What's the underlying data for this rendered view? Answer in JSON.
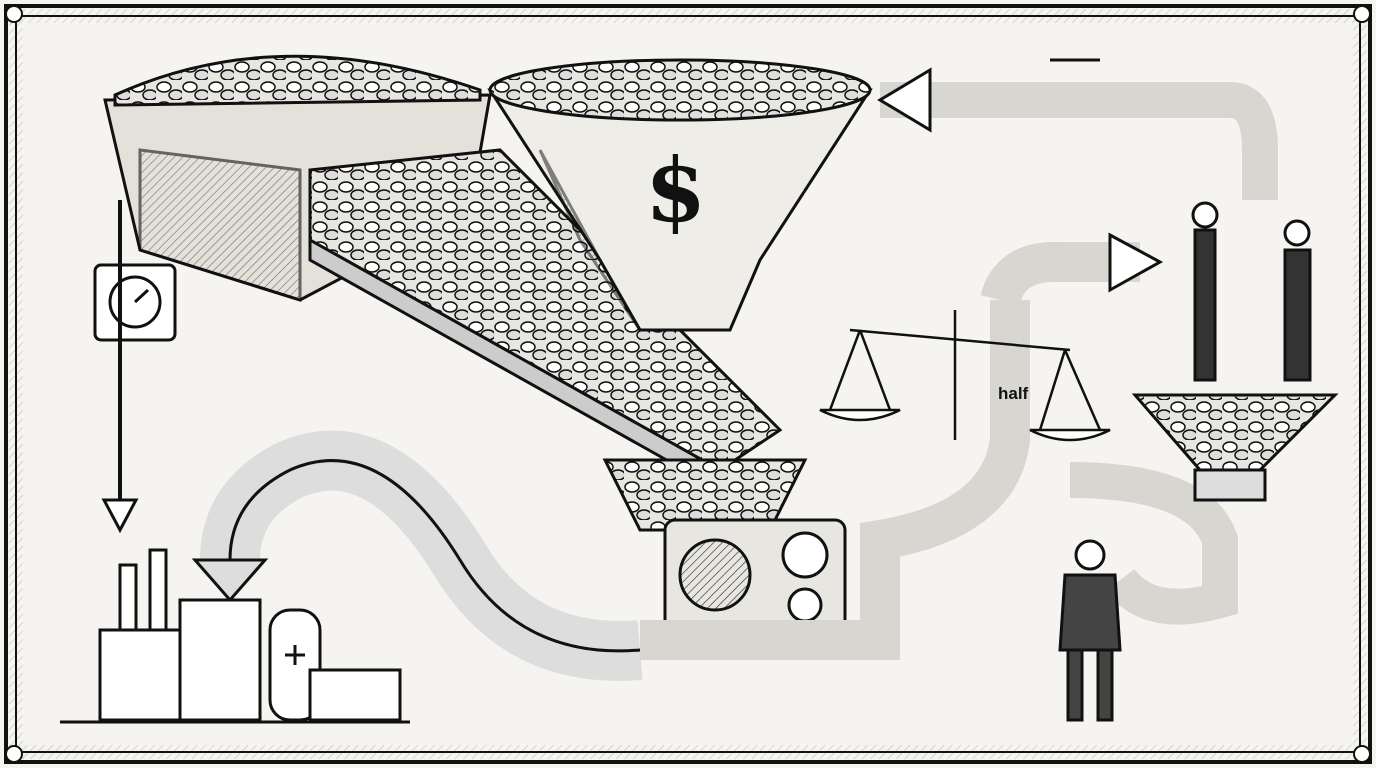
{
  "illustration": {
    "funnel_symbol": "$",
    "scale_label": "half",
    "elements": [
      "coin-hopper",
      "money-funnel",
      "conveyor-chute",
      "gear-machine",
      "pipeline-to-factory",
      "balance-scale",
      "investors-funnel",
      "businessman"
    ]
  },
  "colors": {
    "ink": "#1a1a1a",
    "paper": "#f6f4f0",
    "shade": "#bdbab4"
  }
}
